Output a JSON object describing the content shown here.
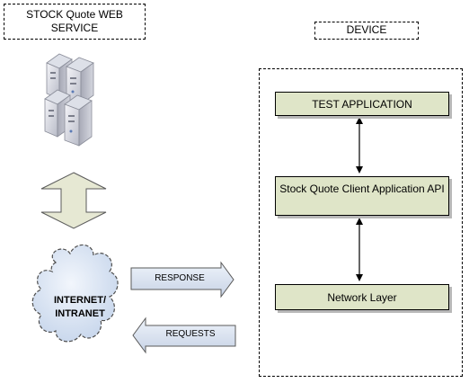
{
  "labels": {
    "web_service": "STOCK Quote WEB SERVICE",
    "device": "DEVICE"
  },
  "layers": {
    "test_application": "TEST APPLICATION",
    "client_api": "Stock Quote Client Application API",
    "network_layer": "Network Layer"
  },
  "cloud": {
    "line1": "INTERNET/",
    "line2": "INTRANET"
  },
  "arrows": {
    "response": "RESPONSE",
    "requests": "REQUESTS"
  },
  "icons": {
    "server": "server-cluster-icon",
    "cloud": "cloud-icon",
    "exchange_arrow": "double-arrow-icon"
  },
  "colors": {
    "layer_fill": "#dfe5c8",
    "arrow_fill": "#dde6f2",
    "cloud_fill": "#d9e4f3",
    "server_fill": "#e2e2ea"
  }
}
